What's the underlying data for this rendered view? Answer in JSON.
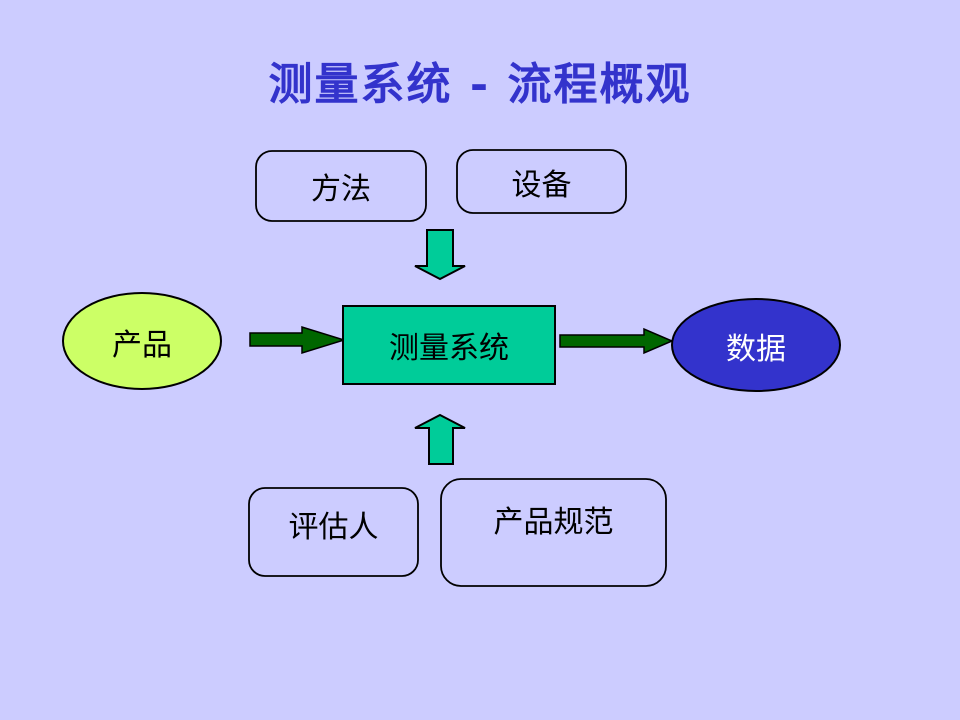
{
  "slide": {
    "title": "测量系统 - 流程概观"
  },
  "nodes": {
    "method": {
      "label": "方法"
    },
    "equipment": {
      "label": "设备"
    },
    "measurement_system": {
      "label": "测量系统"
    },
    "product": {
      "label": "产品"
    },
    "data": {
      "label": "数据"
    },
    "appraiser": {
      "label": "评估人"
    },
    "product_spec": {
      "label": "产品规范"
    }
  },
  "colors": {
    "background": "#CCCCFF",
    "title_text": "#3333CC",
    "node_teal": "#00CC99",
    "arrow_dark_green": "#006600",
    "product_ellipse_fill": "#CCFF66",
    "data_ellipse_fill": "#3333CC",
    "outline": "#000000",
    "label_text": "#000000",
    "data_label_text": "#FFFFFF"
  }
}
